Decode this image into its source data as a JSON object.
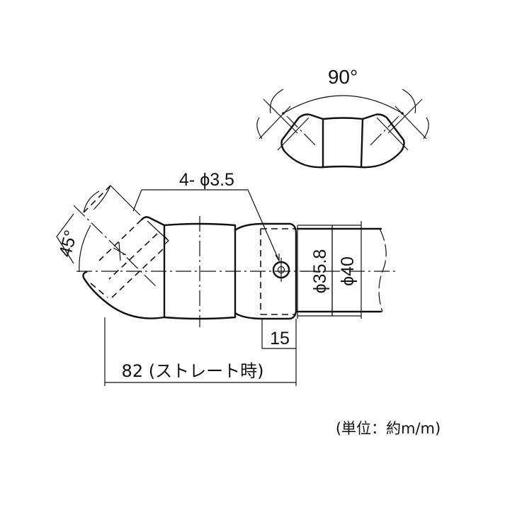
{
  "drawing": {
    "top_view": {
      "angle_label": "90°"
    },
    "side_view": {
      "hole_callout": "4- ϕ3.5",
      "angle_label": "45°",
      "dia_inner": "ϕ35.8",
      "dia_outer": "ϕ40",
      "dim_insert": "15",
      "dim_length": "82 (ストレート時)"
    },
    "unit_note": "(単位：約m/m)",
    "colors": {
      "line": "#111111",
      "background": "#ffffff"
    }
  }
}
